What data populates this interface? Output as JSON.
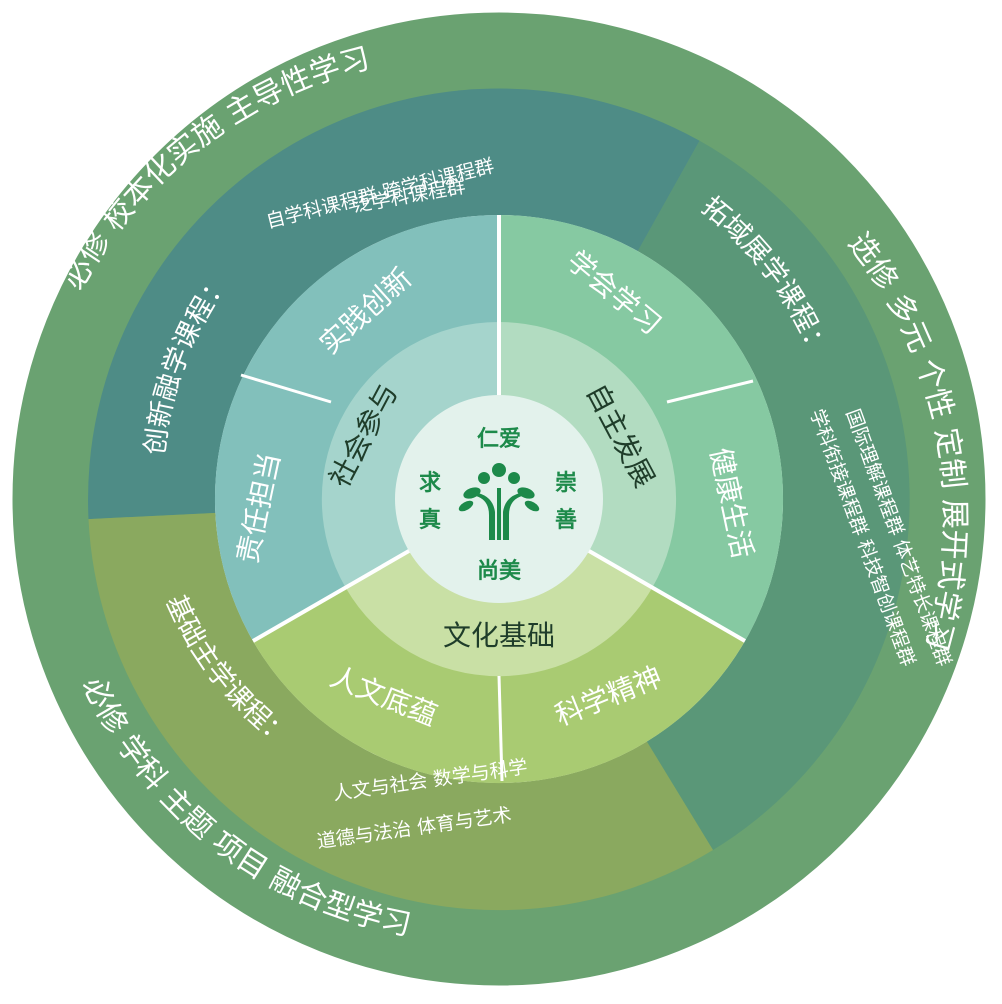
{
  "outer_ring": {
    "top_left": "必修  校本化实施  主导性学习",
    "right": "选修  多元  个性  定制  展开式学习",
    "bottom": "必修  学科  主题  项目  融合型学习"
  },
  "courses": {
    "ronghe_title": "创新融学课程：",
    "ronghe_line1": "自学科课程群  跨学科课程群",
    "ronghe_line2": "泛学科课程群",
    "tuoyu_title": "拓域展学课程：",
    "tuoyu_line1": "国际理解课程群  体艺特长课程群",
    "tuoyu_line2": "学科衔接课程群  科技智创课程群",
    "jichu_title": "基础主学课程：",
    "jichu_line1": "人文与社会  数学与科学",
    "jichu_line2": "道德与法治  体育与艺术"
  },
  "competencies": {
    "shijian": "实践创新",
    "zeren": "责任担当",
    "xuehui": "学会学习",
    "jiankang": "健康生活",
    "renwen": "人文底蕴",
    "kexue": "科学精神"
  },
  "domains": {
    "shehui": "社会参与",
    "zizhu": "自主发展",
    "wenhua": "文化基础"
  },
  "center": {
    "top": "仁爱",
    "left": "求真",
    "right": "崇善",
    "bottom": "尚美"
  },
  "colors": {
    "outer_ring": "#6aa271",
    "course_ronghe": "#4e8c86",
    "course_tuoyu": "#5a9778",
    "course_jichu": "#8aa95f",
    "comp_shehui": "#82c0bb",
    "comp_zizhu": "#86c9a2",
    "comp_wenhua": "#a9cb72",
    "inner_shehui": "#a5d4cc",
    "inner_zizhu": "#b2dcc1",
    "inner_wenhua": "#c9e0a5",
    "core": "#e3f2ec",
    "logo": "#1d8a4a"
  }
}
